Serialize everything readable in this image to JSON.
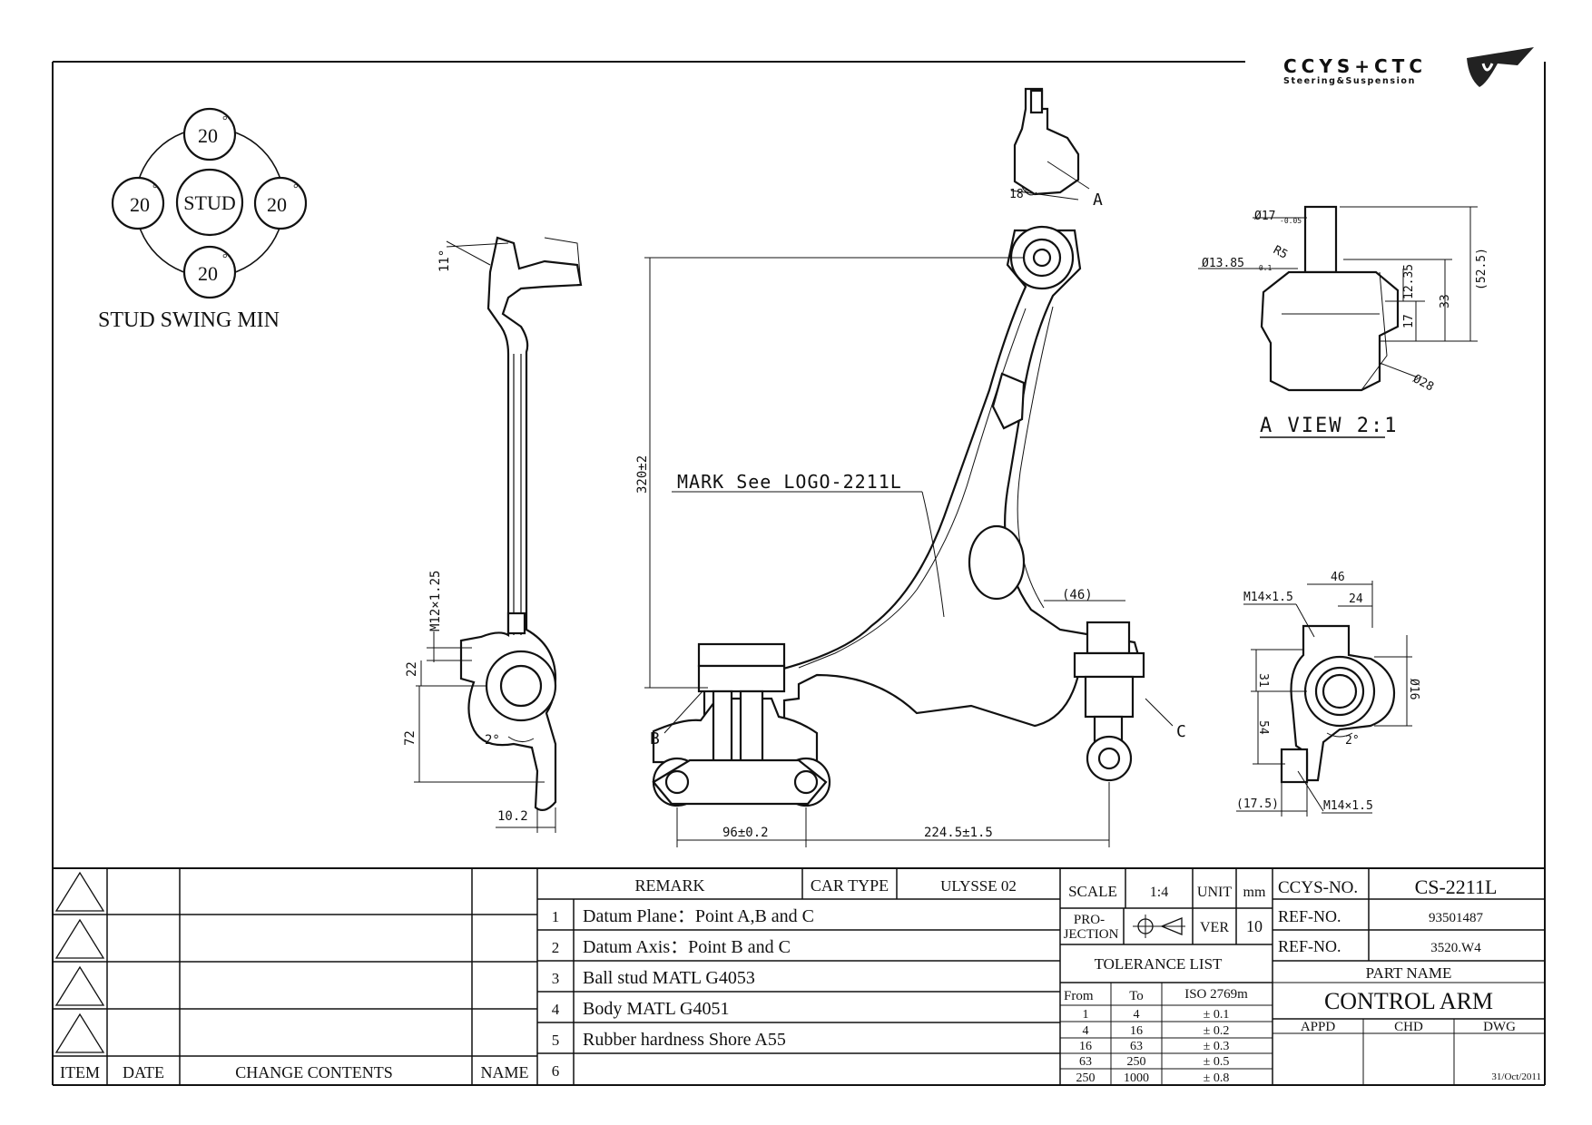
{
  "logo": {
    "brand": "CCYS+CTC",
    "tagline": "Steering&Suspension"
  },
  "stud_swing": {
    "center": "STUD",
    "top": "20",
    "left": "20",
    "right": "20",
    "bottom": "20",
    "degree": "°",
    "caption": "STUD SWING MIN"
  },
  "side_view": {
    "angle_top": "11°",
    "thread": "M12×1.25",
    "dim_22": "22",
    "dim_72": "72",
    "angle_bottom": "2°",
    "dim_10_2": "10.2"
  },
  "front_view": {
    "dim_320": "320±2",
    "mark_note": "MARK See LOGO-2211L",
    "dim_46": "(46)",
    "label_b": "B",
    "label_c": "C",
    "dim_96": "96±0.2",
    "dim_224": "224.5±1.5"
  },
  "top_detail": {
    "angle": "18°",
    "label_a": "A"
  },
  "a_view": {
    "d17": "Ø17",
    "d17_tol": "-0.05",
    "r5": "R5",
    "d13": "Ø13.85",
    "d13_tol": "-0.1",
    "dim_12_35": "12.35",
    "dim_17": "17",
    "dim_33": "33",
    "dim_52_5": "(52.5)",
    "d28": "Ø28",
    "title": "A VIEW 2:1"
  },
  "bush_view": {
    "thread_top": "M14×1.5",
    "dim_46": "46",
    "dim_24": "24",
    "dim_31": "31",
    "d16": "Ø16",
    "dim_54": "54",
    "angle": "2°",
    "dim_17_5": "(17.5)",
    "thread_bottom": "M14×1.5"
  },
  "title_block": {
    "revision": {
      "headers": [
        "ITEM",
        "DATE",
        "CHANGE CONTENTS",
        "NAME"
      ]
    },
    "remark": {
      "header": "REMARK",
      "car_type_label": "CAR TYPE",
      "car_type": "ULYSSE 02",
      "notes": [
        {
          "no": "1",
          "text": "Datum Plane：Point A,B and C"
        },
        {
          "no": "2",
          "text": "Datum Axis：Point B and C"
        },
        {
          "no": "3",
          "text": "Ball stud MATL G4053"
        },
        {
          "no": "4",
          "text": "Body MATL G4051"
        },
        {
          "no": "5",
          "text": "Rubber hardness Shore A55"
        },
        {
          "no": "6",
          "text": ""
        }
      ]
    },
    "scale_label": "SCALE",
    "scale": "1:4",
    "unit_label": "UNIT",
    "unit": "mm",
    "projection_label_1": "PRO-",
    "projection_label_2": "JECTION",
    "ver_label": "VER",
    "ver": "10",
    "tolerance": {
      "title": "TOLERANCE LIST",
      "col_from": "From",
      "col_to": "To",
      "col_std": "ISO 2769m",
      "rows": [
        {
          "from": "1",
          "to": "4",
          "tol": "± 0.1"
        },
        {
          "from": "4",
          "to": "16",
          "tol": "± 0.2"
        },
        {
          "from": "16",
          "to": "63",
          "tol": "± 0.3"
        },
        {
          "from": "63",
          "to": "250",
          "tol": "± 0.5"
        },
        {
          "from": "250",
          "to": "1000",
          "tol": "± 0.8"
        }
      ]
    },
    "ccys_no_label": "CCYS-NO.",
    "ccys_no": "CS-2211L",
    "ref_no_label_1": "REF-NO.",
    "ref_no_1": "93501487",
    "ref_no_label_2": "REF-NO.",
    "ref_no_2": "3520.W4",
    "part_name_label": "PART NAME",
    "part_name": "CONTROL ARM",
    "appd": "APPD",
    "chd": "CHD",
    "dwg": "DWG",
    "date": "31/Oct/2011"
  }
}
